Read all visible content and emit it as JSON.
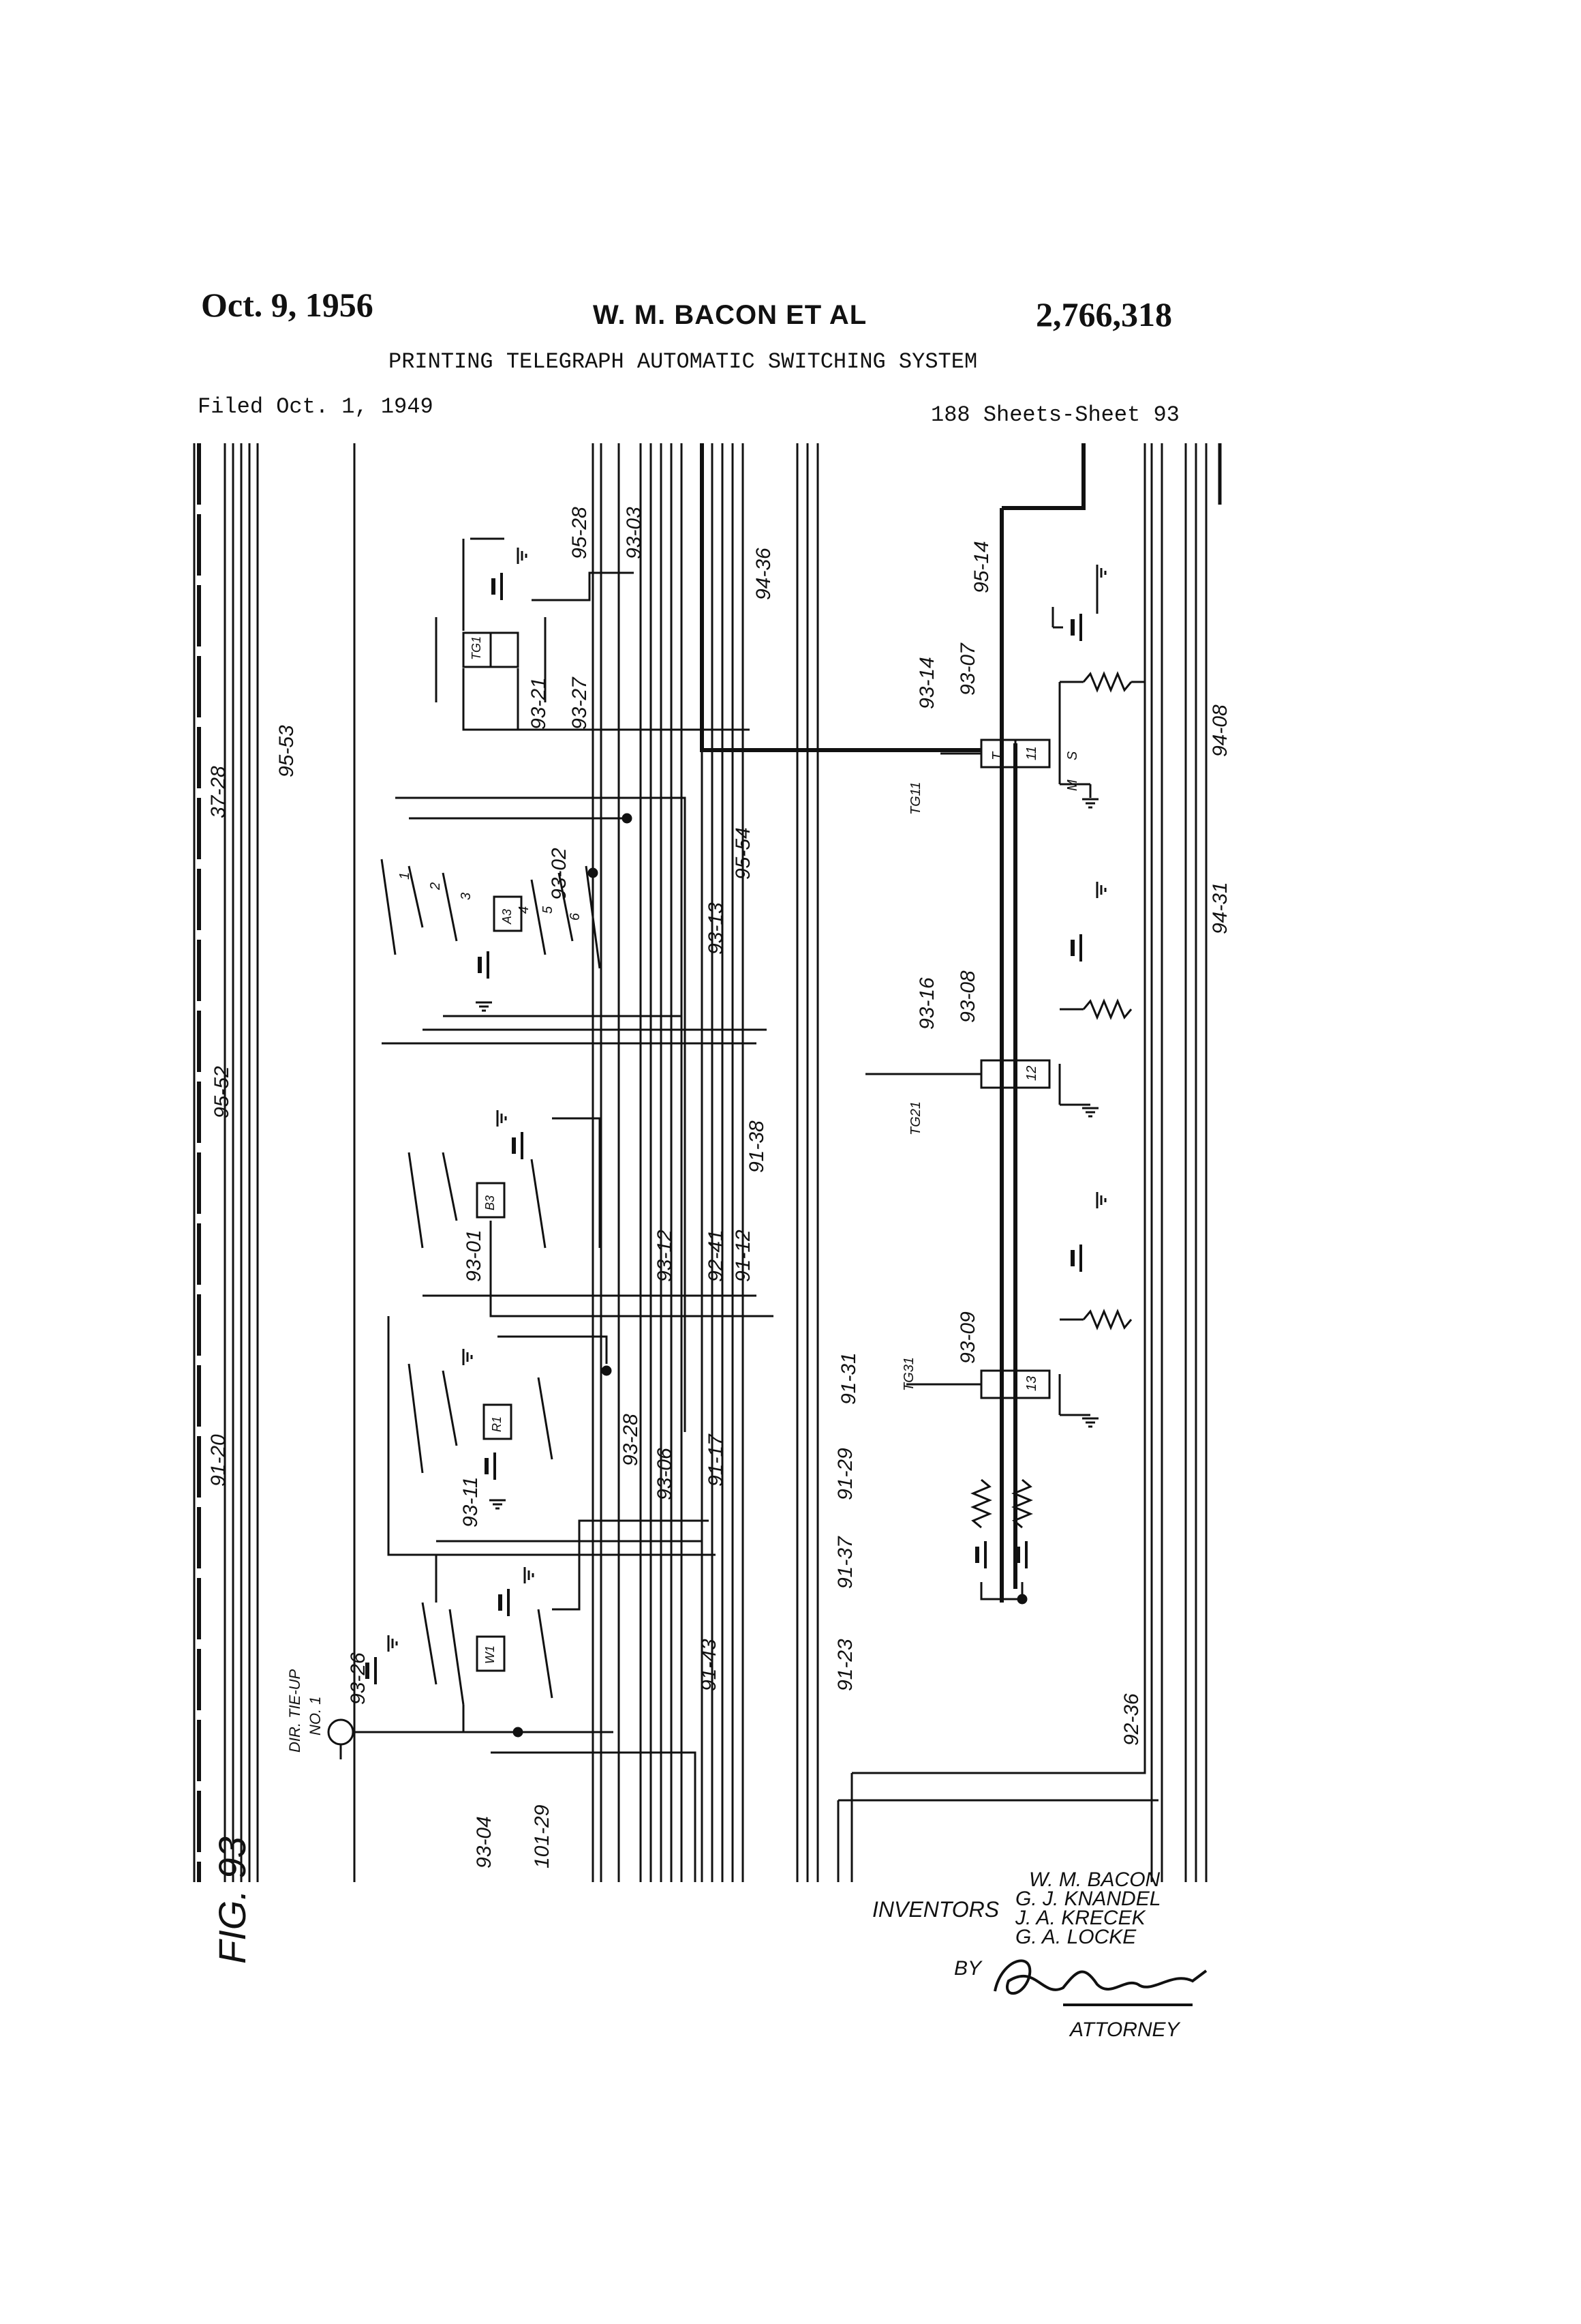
{
  "header": {
    "date": "Oct. 9, 1956",
    "inventor_line": "W. M. BACON ET AL",
    "patent_number": "2,766,318",
    "title": "PRINTING TELEGRAPH AUTOMATIC SWITCHING SYSTEM",
    "filed": "Filed Oct. 1, 1949",
    "sheets": "188 Sheets-Sheet 93"
  },
  "figure": {
    "label": "FIG. 93"
  },
  "signature": {
    "inventors_label": "INVENTORS",
    "inventors": [
      "W. M. BACON",
      "G. J. KNANDEL",
      "J. A. KRECEK",
      "G. A. LOCKE"
    ],
    "by": "BY",
    "attorney_label": "ATTORNEY"
  },
  "diagram": {
    "component_labels": [
      "TG1",
      "A3",
      "B3",
      "R1",
      "W1",
      "11",
      "12",
      "13",
      "T",
      "S",
      "M",
      "TG11",
      "TG21",
      "TG31",
      "DIR. TIE-UP",
      "NO. 1"
    ],
    "wire_labels": [
      "37-28",
      "95-53",
      "95-52",
      "91-20",
      "95-28",
      "93-03",
      "93-21",
      "93-27",
      "94-36",
      "95-14",
      "93-14",
      "93-07",
      "94-08",
      "93-02",
      "95-54",
      "93-13",
      "93-16",
      "93-08",
      "94-31",
      "93-01",
      "93-12",
      "92-41",
      "91-12",
      "91-38",
      "93-11",
      "93-28",
      "93-06",
      "91-17",
      "91-31",
      "91-29",
      "91-37",
      "93-09",
      "91-43",
      "91-23",
      "93-26",
      "93-04",
      "101-29",
      "92-36"
    ],
    "contact_numbers": [
      "1",
      "2",
      "3",
      "4",
      "5",
      "6"
    ]
  },
  "colors": {
    "ink": "#111111",
    "paper": "#ffffff"
  }
}
